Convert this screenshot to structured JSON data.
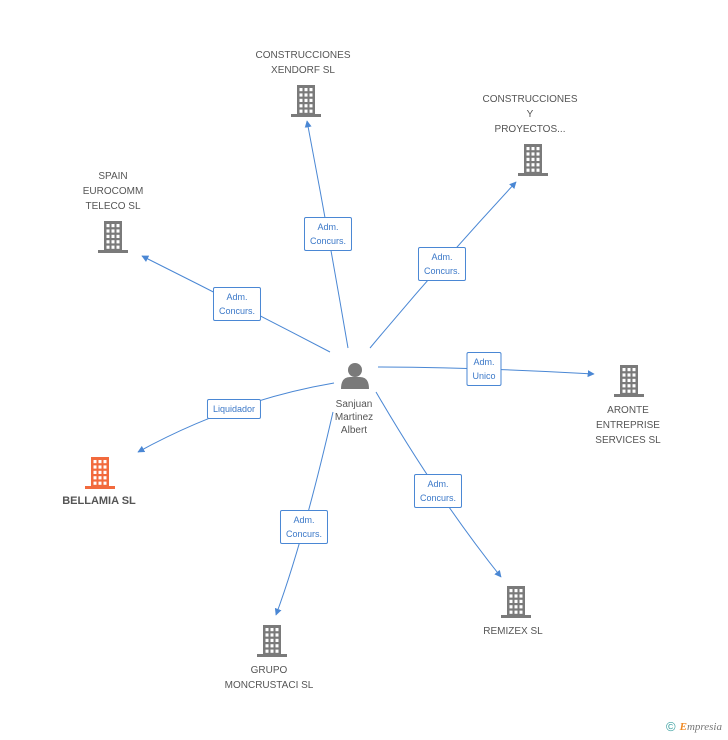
{
  "center": {
    "name_lines": [
      "Sanjuan",
      "Martinez",
      "Albert"
    ],
    "icon": "person-icon"
  },
  "companies": [
    {
      "id": "construcciones-xendorf",
      "lines": [
        "CONSTRUCCIONES",
        "XENDORF SL"
      ],
      "highlight": false
    },
    {
      "id": "construcciones-y-proyectos",
      "lines": [
        "CONSTRUCCIONES",
        "Y",
        "PROYECTOS..."
      ],
      "highlight": false
    },
    {
      "id": "spain-eurocomm",
      "lines": [
        "SPAIN",
        "EUROCOMM",
        "TELECO SL"
      ],
      "highlight": false
    },
    {
      "id": "aronte",
      "lines": [
        "ARONTE",
        "ENTREPRISE",
        "SERVICES SL"
      ],
      "highlight": false
    },
    {
      "id": "bellamia",
      "lines": [
        "BELLAMIA SL"
      ],
      "highlight": true
    },
    {
      "id": "remizex",
      "lines": [
        "REMIZEX SL"
      ],
      "highlight": false
    },
    {
      "id": "grupo-moncrustaci",
      "lines": [
        "GRUPO",
        "MONCRUSTACI SL"
      ],
      "highlight": false
    }
  ],
  "edges": [
    {
      "to": "construcciones-xendorf",
      "lines": [
        "Adm.",
        "Concurs."
      ]
    },
    {
      "to": "construcciones-y-proyectos",
      "lines": [
        "Adm.",
        "Concurs."
      ]
    },
    {
      "to": "spain-eurocomm",
      "lines": [
        "Adm.",
        "Concurs."
      ]
    },
    {
      "to": "aronte",
      "lines": [
        "Adm.",
        "Unico"
      ]
    },
    {
      "to": "bellamia",
      "lines": [
        "Liquidador"
      ]
    },
    {
      "to": "remizex",
      "lines": [
        "Adm.",
        "Concurs."
      ]
    },
    {
      "to": "grupo-moncrustaci",
      "lines": [
        "Adm.",
        "Concurs."
      ]
    }
  ],
  "colors": {
    "edge": "#4a87d4",
    "building": "#7a7a7a",
    "building_highlight": "#f26a3d",
    "person": "#7a7a7a"
  },
  "footer": {
    "copyright_symbol": "©",
    "brand_initial": "E",
    "brand_rest": "mpresia"
  }
}
